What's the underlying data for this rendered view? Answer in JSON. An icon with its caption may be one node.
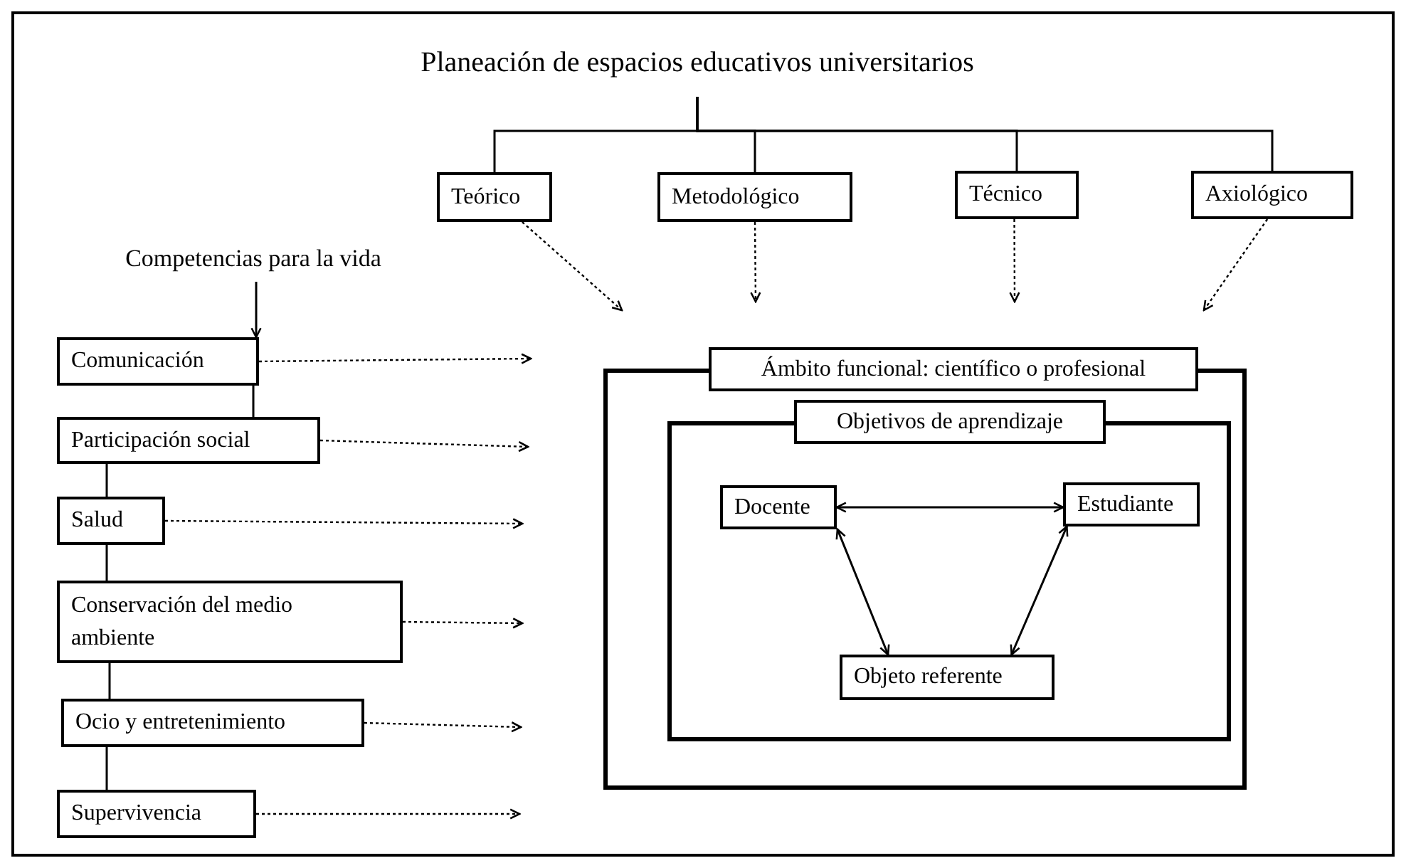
{
  "diagram": {
    "nodes": [
      {
        "text": [
          "Planeación de espacios educativos universitarios"
        ]
      },
      {
        "text": [
          "Teórico"
        ]
      },
      {
        "text": [
          "Metodológico"
        ]
      },
      {
        "text": [
          "Técnico"
        ]
      },
      {
        "text": [
          "Axiológico"
        ]
      },
      {
        "text": [
          "Competencias para la vida"
        ]
      },
      {
        "text": [
          "Comunicación"
        ]
      },
      {
        "text": [
          "Participación social"
        ]
      },
      {
        "text": [
          "Salud"
        ]
      },
      {
        "text": [
          "Conservación del medio ambiente"
        ]
      },
      {
        "text": [
          "Ocio y entretenimiento"
        ]
      },
      {
        "text": [
          "Supervivencia"
        ]
      },
      {
        "text": [
          "Ámbito funcional: científico o profesional"
        ]
      },
      {
        "text": [
          "Objetivos de aprendizaje"
        ],
        "in": 12
      },
      {
        "text": [
          "Docente"
        ],
        "in": 13
      },
      {
        "text": [
          "Estudiante"
        ],
        "in": 13
      },
      {
        "text": [
          "Objeto referente"
        ],
        "in": 13
      }
    ],
    "edges": [
      {
        "from": 0,
        "to": 1,
        "arrow": "none"
      },
      {
        "from": 0,
        "to": 2,
        "arrow": "none"
      },
      {
        "from": 0,
        "to": 3,
        "arrow": "none"
      },
      {
        "from": 0,
        "to": 4,
        "arrow": "none"
      },
      {
        "from": 1,
        "to": null,
        "arrow": "to",
        "style": "dashed"
      },
      {
        "from": 2,
        "to": null,
        "arrow": "to",
        "style": "dashed"
      },
      {
        "from": 3,
        "to": null,
        "arrow": "to",
        "style": "dashed"
      },
      {
        "from": 4,
        "to": null,
        "arrow": "to",
        "style": "dashed"
      },
      {
        "from": 5,
        "to": 6,
        "arrow": "to"
      },
      {
        "from": 6,
        "to": 7,
        "arrow": "none"
      },
      {
        "from": 7,
        "to": 8,
        "arrow": "none"
      },
      {
        "from": 8,
        "to": 9,
        "arrow": "none"
      },
      {
        "from": 9,
        "to": 10,
        "arrow": "none"
      },
      {
        "from": 10,
        "to": 11,
        "arrow": "none"
      },
      {
        "from": 6,
        "to": null,
        "arrow": "to",
        "style": "dashed"
      },
      {
        "from": 7,
        "to": null,
        "arrow": "to",
        "style": "dashed"
      },
      {
        "from": 8,
        "to": null,
        "arrow": "to",
        "style": "dashed"
      },
      {
        "from": 9,
        "to": null,
        "arrow": "to",
        "style": "dashed"
      },
      {
        "from": 10,
        "to": null,
        "arrow": "to",
        "style": "dashed"
      },
      {
        "from": 11,
        "to": null,
        "arrow": "to",
        "style": "dashed"
      },
      {
        "from": 14,
        "to": 15,
        "arrow": "both"
      },
      {
        "from": 14,
        "to": 16,
        "arrow": "both"
      },
      {
        "from": 15,
        "to": 16,
        "arrow": "both"
      }
    ]
  }
}
